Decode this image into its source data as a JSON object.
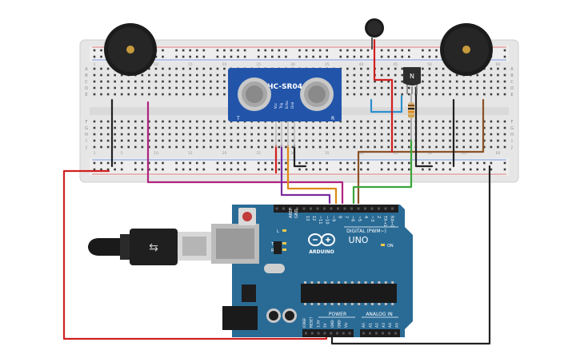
{
  "sensor": {
    "label": "HC-SR04",
    "pin_labels": [
      "Vcc",
      "Trig",
      "Echo",
      "Gnd"
    ],
    "left_tag": "T",
    "right_tag": "R"
  },
  "transistor": {
    "label": "N"
  },
  "arduino": {
    "brand": "ARDUINO",
    "model": "UNO",
    "digital_label": "DIGITAL (PWM~)",
    "power_label": "POWER",
    "analog_label": "ANALOG IN",
    "on_label": "ON",
    "l_label": "L",
    "tx_label": "TX",
    "rx_label": "RX",
    "aref_label": "AREF",
    "gnd_label": "GND",
    "digital_pins": [
      "13",
      "12",
      "~11",
      "~10",
      "~9",
      "8",
      "7",
      "~6",
      "~5",
      "4",
      "~3",
      "2",
      "TX→1",
      "RX←0"
    ],
    "power_pins": [
      "IOREF",
      "RESET",
      "3.3V",
      "5V",
      "GND",
      "GND",
      "Vin"
    ],
    "analog_pins": [
      "A0",
      "A1",
      "A2",
      "A3",
      "A4",
      "A5"
    ]
  },
  "breadboard": {
    "row_letters_top": [
      "A",
      "B",
      "C",
      "D",
      "E"
    ],
    "row_letters_bottom": [
      "F",
      "G",
      "H",
      "I",
      "J"
    ],
    "column_numbers": [
      "1",
      "5",
      "10",
      "15",
      "20",
      "25",
      "30",
      "35",
      "40",
      "45",
      "50",
      "55",
      "60"
    ]
  },
  "colors": {
    "board": "#2a6b96",
    "breadboard": "#e8e8e8",
    "sensor_board": "#2255aa",
    "wire_red": "#d11f1f",
    "wire_black": "#222222",
    "wire_magenta": "#b0237f",
    "wire_orange": "#e08a12",
    "wire_purple": "#7a2c9e",
    "wire_brown": "#8a5226",
    "wire_green": "#3aa63a",
    "wire_blue": "#2b8fcf"
  }
}
